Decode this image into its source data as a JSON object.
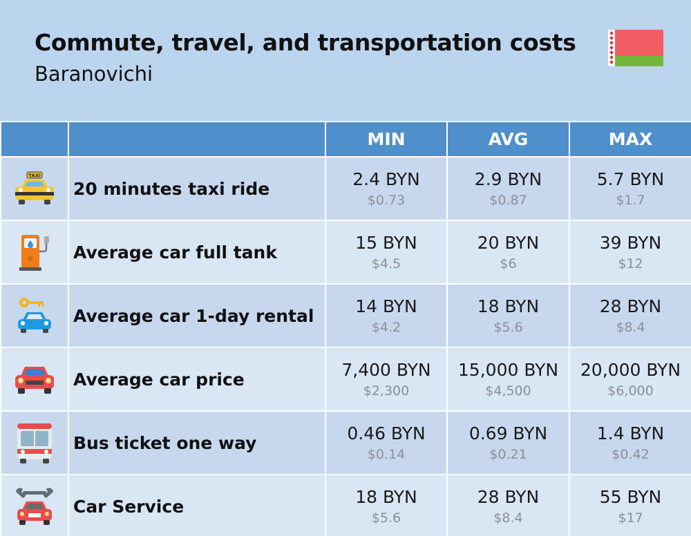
{
  "header": {
    "title": "Commute, travel, and transportation costs",
    "subtitle": "Baranovichi"
  },
  "flag": {
    "name": "belarus-flag-icon",
    "colors": [
      "#f25d63",
      "#74b83b",
      "#ffffff"
    ]
  },
  "columns": [
    "MIN",
    "AVG",
    "MAX"
  ],
  "rows": [
    {
      "icon": "taxi-icon",
      "taxi_sign": "TAXI",
      "label": "20 minutes taxi ride",
      "min": "2.4 BYN",
      "min_usd": "$0.73",
      "avg": "2.9 BYN",
      "avg_usd": "$0.87",
      "max": "5.7 BYN",
      "max_usd": "$1.7"
    },
    {
      "icon": "fuel-pump-icon",
      "label": "Average car full tank",
      "min": "15 BYN",
      "min_usd": "$4.5",
      "avg": "20 BYN",
      "avg_usd": "$6",
      "max": "39 BYN",
      "max_usd": "$12"
    },
    {
      "icon": "car-key-icon",
      "label": "Average car 1-day rental",
      "min": "14 BYN",
      "min_usd": "$4.2",
      "avg": "18 BYN",
      "avg_usd": "$5.6",
      "max": "28 BYN",
      "max_usd": "$8.4"
    },
    {
      "icon": "car-icon",
      "label": "Average car price",
      "min": "7,400 BYN",
      "min_usd": "$2,300",
      "avg": "15,000 BYN",
      "avg_usd": "$4,500",
      "max": "20,000 BYN",
      "max_usd": "$6,000"
    },
    {
      "icon": "bus-icon",
      "label": "Bus ticket one way",
      "min": "0.46 BYN",
      "min_usd": "$0.14",
      "avg": "0.69 BYN",
      "avg_usd": "$0.21",
      "max": "1.4 BYN",
      "max_usd": "$0.42"
    },
    {
      "icon": "car-service-icon",
      "label": "Car Service",
      "min": "18 BYN",
      "min_usd": "$5.6",
      "avg": "28 BYN",
      "avg_usd": "$8.4",
      "max": "55 BYN",
      "max_usd": "$17"
    }
  ]
}
